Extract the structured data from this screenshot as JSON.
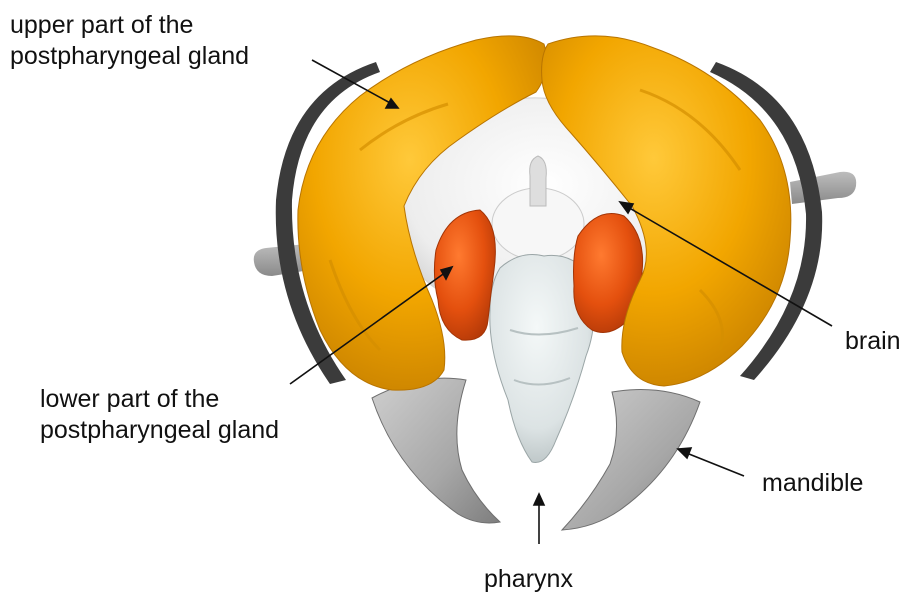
{
  "labels": {
    "upper_gland": [
      "upper part of the",
      "postpharyngeal gland"
    ],
    "lower_gland": [
      "lower part of the",
      "postpharyngeal gland"
    ],
    "brain": "brain",
    "mandible": "mandible",
    "pharynx": "pharynx"
  },
  "colors": {
    "upper_gland": "#F2A600",
    "upper_gland_shade": "#C98200",
    "lower_gland": "#E4500E",
    "lower_gland_shade": "#B53A08",
    "brain": "#EDEDED",
    "pharynx": "#DCE3E4",
    "mandible": "#A7A7A7",
    "outer_ring": "#3B3B3B",
    "leader_line": "#111111"
  }
}
